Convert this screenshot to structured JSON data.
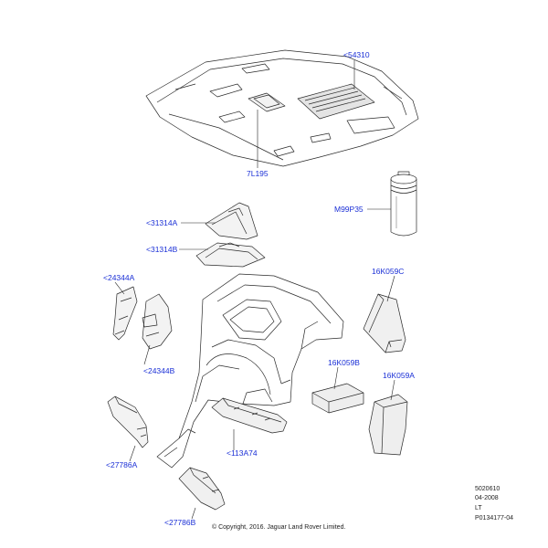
{
  "callouts": {
    "c54310": "<54310",
    "c7L195": "7L195",
    "cM99P35": "M99P35",
    "c31314A": "<31314A",
    "c31314B": "<31314B",
    "c24344A": "<24344A",
    "c24344B": "<24344B",
    "c16K059C": "16K059C",
    "c16K059B": "16K059B",
    "c16K059A": "16K059A",
    "c113A74": "<113A74",
    "c27786A": "<27786A",
    "c27786B": "<27786B"
  },
  "meta": {
    "code": "5020610",
    "date": "04-2008",
    "variant": "LT",
    "ref": "P0134177-04"
  },
  "copyright": "© Copyright, 2016. Jaguar Land Rover Limited.",
  "colors": {
    "callout": "#1a2fd6",
    "line": "#222222"
  }
}
